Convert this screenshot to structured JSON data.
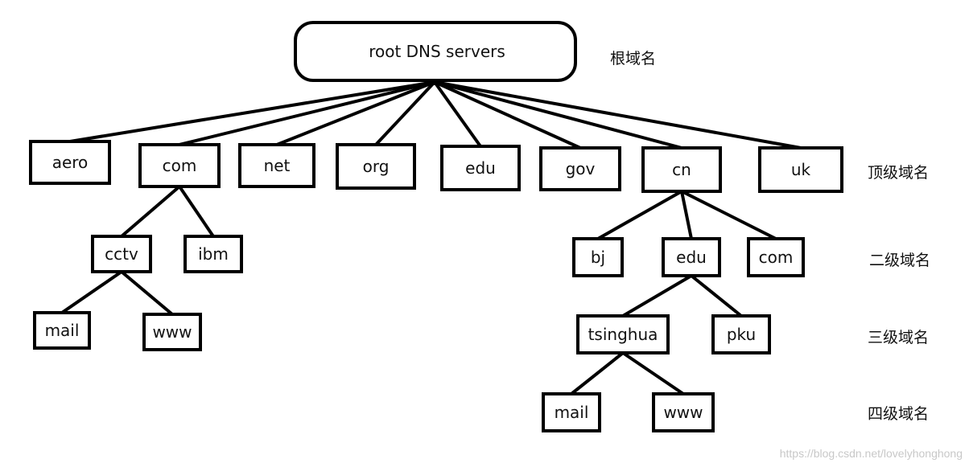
{
  "root": {
    "label": "root DNS servers"
  },
  "level_labels": {
    "root": "根域名",
    "tld": "顶级域名",
    "second": "二级域名",
    "third": "三级域名",
    "fourth": "四级域名"
  },
  "nodes": {
    "aero": "aero",
    "com": "com",
    "net": "net",
    "org": "org",
    "edu": "edu",
    "gov": "gov",
    "cn": "cn",
    "uk": "uk",
    "com_cctv": "cctv",
    "com_ibm": "ibm",
    "cctv_mail": "mail",
    "cctv_www": "www",
    "cn_bj": "bj",
    "cn_edu": "edu",
    "cn_com": "com",
    "edu_tsinghua": "tsinghua",
    "edu_pku": "pku",
    "tsinghua_mail": "mail",
    "tsinghua_www": "www"
  },
  "edges": [
    [
      "root",
      "aero"
    ],
    [
      "root",
      "com"
    ],
    [
      "root",
      "net"
    ],
    [
      "root",
      "org"
    ],
    [
      "root",
      "edu"
    ],
    [
      "root",
      "gov"
    ],
    [
      "root",
      "cn"
    ],
    [
      "root",
      "uk"
    ],
    [
      "com",
      "com_cctv"
    ],
    [
      "com",
      "com_ibm"
    ],
    [
      "com_cctv",
      "cctv_mail"
    ],
    [
      "com_cctv",
      "cctv_www"
    ],
    [
      "cn",
      "cn_bj"
    ],
    [
      "cn",
      "cn_edu"
    ],
    [
      "cn",
      "cn_com"
    ],
    [
      "cn_edu",
      "edu_tsinghua"
    ],
    [
      "cn_edu",
      "edu_pku"
    ],
    [
      "edu_tsinghua",
      "tsinghua_mail"
    ],
    [
      "edu_tsinghua",
      "tsinghua_www"
    ]
  ],
  "watermark": "https://blog.csdn.net/lovelyhonghong"
}
